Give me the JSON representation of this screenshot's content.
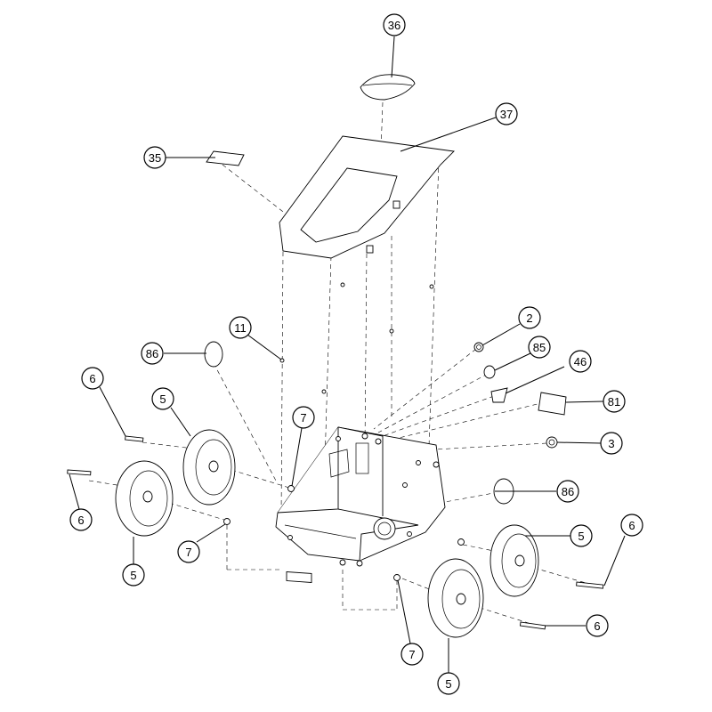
{
  "callouts": [
    {
      "label": "36"
    },
    {
      "label": "37"
    },
    {
      "label": "35"
    },
    {
      "label": "11"
    },
    {
      "label": "86"
    },
    {
      "label": "2"
    },
    {
      "label": "85"
    },
    {
      "label": "46"
    },
    {
      "label": "81"
    },
    {
      "label": "3"
    },
    {
      "label": "6"
    },
    {
      "label": "5"
    },
    {
      "label": "7"
    },
    {
      "label": "6"
    },
    {
      "label": "5"
    },
    {
      "label": "7"
    },
    {
      "label": "86"
    },
    {
      "label": "5"
    },
    {
      "label": "6"
    },
    {
      "label": "6"
    },
    {
      "label": "7"
    },
    {
      "label": "5"
    }
  ]
}
